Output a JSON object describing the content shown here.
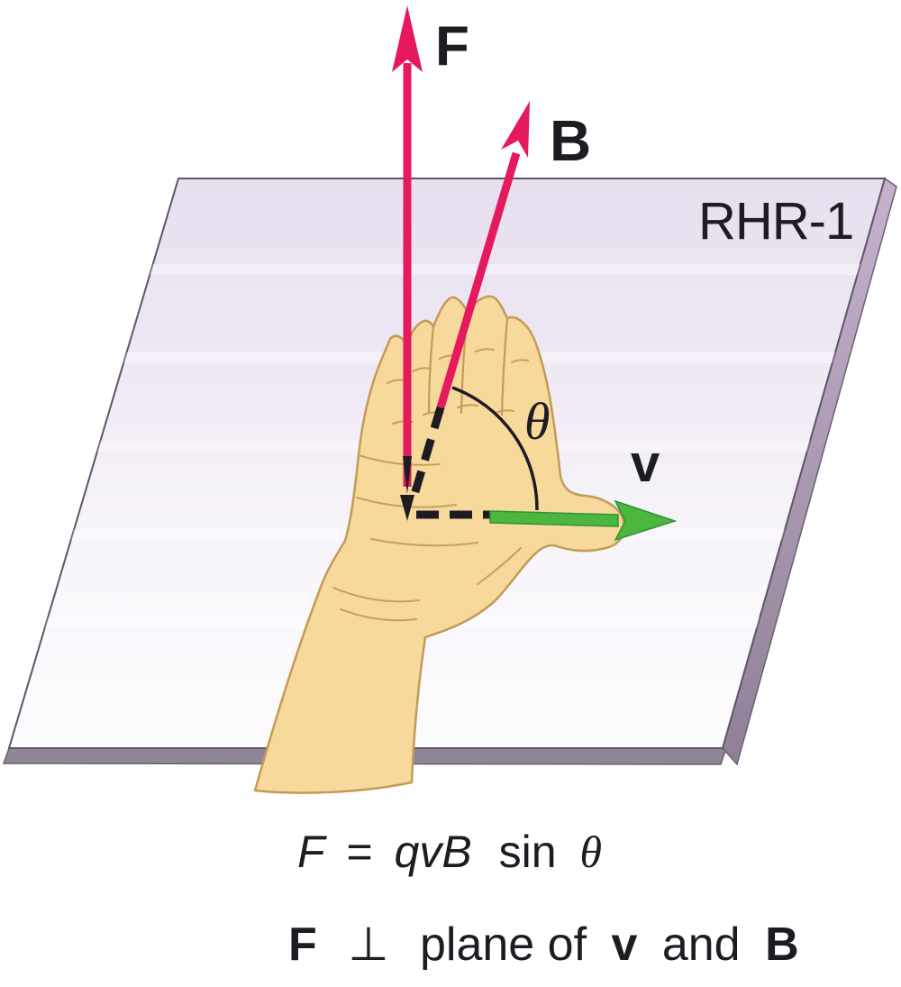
{
  "figure": {
    "plane_tag": "RHR-1",
    "force_label": "F",
    "field_label": "B",
    "velocity_label": "v",
    "angle_label": "θ"
  },
  "equation": {
    "lhs": "F",
    "equals": "=",
    "factors": "qvB",
    "func": "sin",
    "angle": "θ"
  },
  "note": {
    "force": "F",
    "perp": "⊥",
    "middle": "plane of",
    "velocity": "v",
    "conj": "and",
    "field": "B"
  },
  "colors": {
    "vector_magenta": "#E5195E",
    "vector_green": "#4CB63F",
    "vector_green_dark": "#2F9333",
    "hand_fill": "#F7D99B",
    "hand_outline": "#C49A58",
    "plate_outline": "#5E5566",
    "plate_right_side": "#B7A3BE",
    "plate_front_side": "#8F8595",
    "ink": "#1C1C22"
  }
}
